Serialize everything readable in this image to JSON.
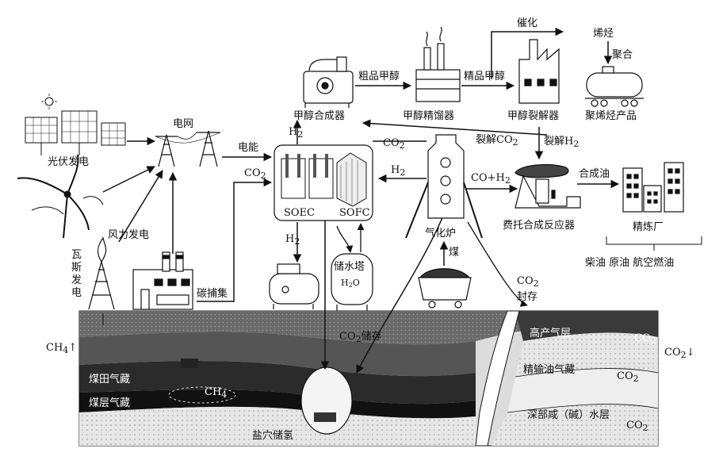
{
  "labels": {
    "pv": "光伏发电",
    "wind": "风力发电",
    "grid": "电网",
    "gas_power": "瓦\n斯\n发\n电",
    "carbon_capture": "碳捕集",
    "electric_energy": "电能",
    "co2": "CO",
    "co2_sub": "2",
    "h2": "H",
    "h2_sub": "2",
    "soec": "SOEC",
    "sofc": "SOFC",
    "water_tank": "储水塔",
    "water": "H",
    "water_sub": "2",
    "water_o": "O",
    "methanol_synth": "甲醇合成器",
    "crude_methanol": "粗品甲醇",
    "methanol_refiner": "甲醇精馏器",
    "refined_methanol": "精品甲醇",
    "methanol_cracker": "甲醇裂解器",
    "catalysis": "催化",
    "olefins": "烯烃",
    "polymerization": "聚合",
    "polyolefin": "聚烯烃产品",
    "crack_co2": "裂解CO",
    "crack_h2": "裂解H",
    "gasifier": "气化炉",
    "coal": "煤",
    "co_h2": "CO+H",
    "ft_reactor": "费托合成反应器",
    "syn_oil": "合成油",
    "refinery": "精炼厂",
    "products": "柴油  原油  航空燃油",
    "co2_storage_1": "CO",
    "co2_storage_2": "封存",
    "ch4": "CH",
    "ch4_sub": "4",
    "ch4_arrow": "↑",
    "co2_storage_layer": "CO",
    "co2_storage_layer_2": "储存",
    "salt_cave": "盐穴储氢",
    "high_gas": "高产气层",
    "refined_gas": "精输油气藏",
    "deep_layer": "深部咸（碱）水层",
    "co2_down": "CO",
    "co2_down_arrow": "↓",
    "ch4_layer": "CH",
    "coal_seam": "煤层气藏",
    "left_layer": "煤田气藏"
  },
  "colors": {
    "ground_top": "#5a5a5a",
    "ground_mid": "#333333",
    "ground_dark": "#1a1a1a",
    "ground_light": "#d8d8d8",
    "line": "#111111"
  }
}
